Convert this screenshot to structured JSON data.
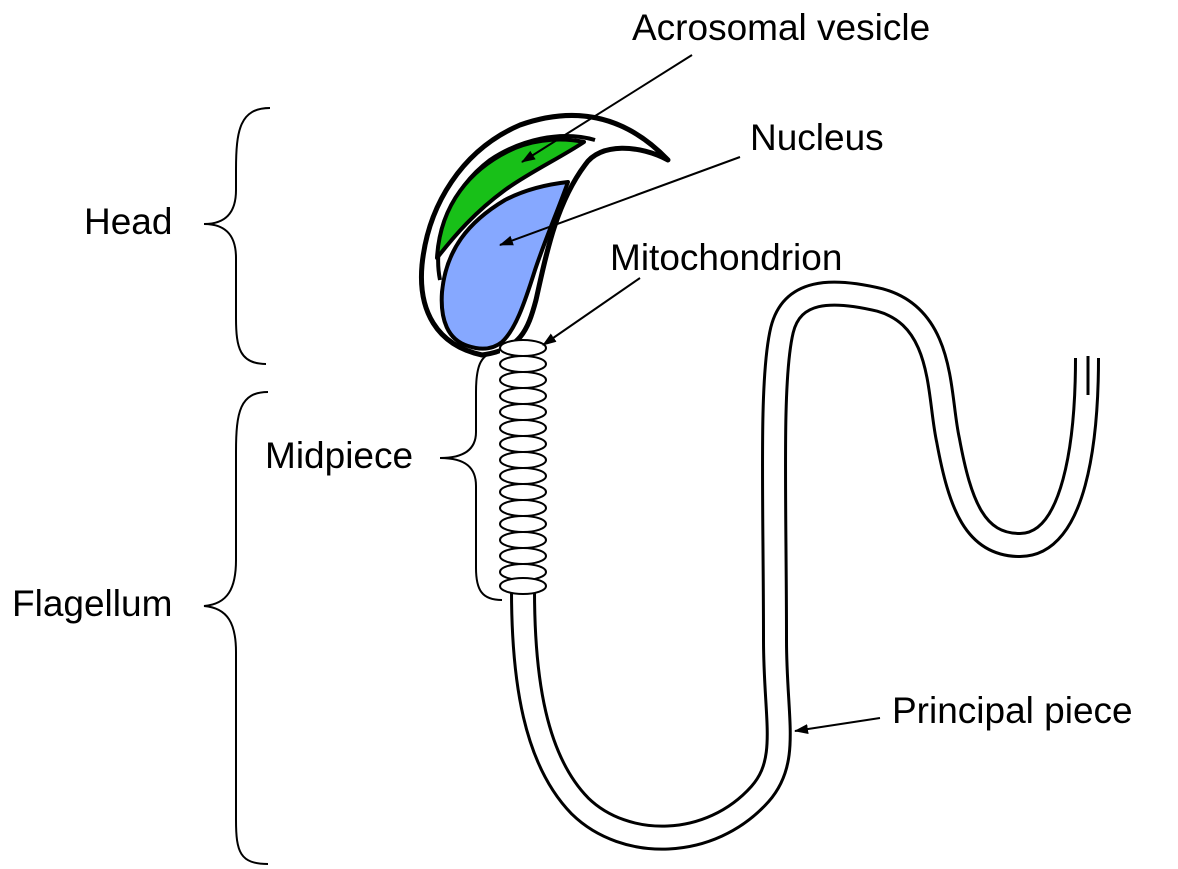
{
  "labels": {
    "acrosomal_vesicle": "Acrosomal vesicle",
    "nucleus": "Nucleus",
    "mitochondrion": "Mitochondrion",
    "head": "Head",
    "midpiece": "Midpiece",
    "flagellum": "Flagellum",
    "principal_piece": "Principal piece"
  },
  "colors": {
    "acrosomal_vesicle_fill": "#18c018",
    "nucleus_fill": "#86a8ff",
    "outline": "#000000",
    "background": "#ffffff"
  }
}
